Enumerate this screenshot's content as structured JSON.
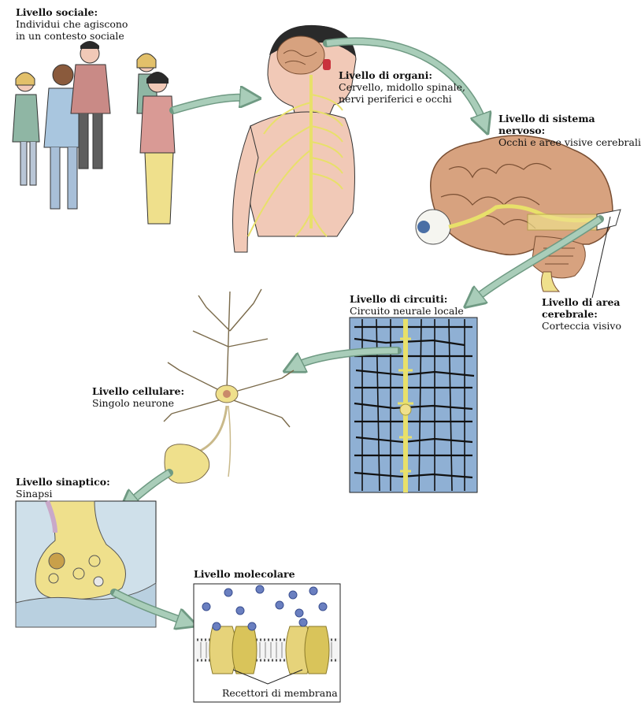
{
  "levels": {
    "social": {
      "title": "Livello sociale:",
      "line1": "Individui che agiscono",
      "line2": "in un contesto sociale"
    },
    "organs": {
      "title": "Livello di organi:",
      "line1": "Cervello, midollo spinale,",
      "line2": "nervi periferici e occhi"
    },
    "nervous_system": {
      "title": "Livello di sistema nervoso:",
      "line1": "Occhi e aree visive cerebrali"
    },
    "brain_area": {
      "title1": "Livello di area",
      "title2": "cerebrale:",
      "line1": "Corteccia visivo"
    },
    "circuits": {
      "title": "Livello di circuiti:",
      "line1": "Circuito neurale locale"
    },
    "cellular": {
      "title": "Livello cellulare:",
      "line1": "Singolo neurone"
    },
    "synaptic": {
      "title": "Livello sinaptico:",
      "line1": "Sinapsi"
    },
    "molecular": {
      "title": "Livello molecolare",
      "caption": "Recettori di membrana"
    }
  },
  "colors": {
    "arrow": "#a9cdb9",
    "arrow_stroke": "#6f9a83",
    "nerve": "#e8e06a",
    "skin": "#f1c9b7",
    "brain": "#d7a27f",
    "circuit_bg": "#8fb0d4",
    "synapse_bg": "#cfe0ea",
    "molecule": "#6a7fc0"
  }
}
